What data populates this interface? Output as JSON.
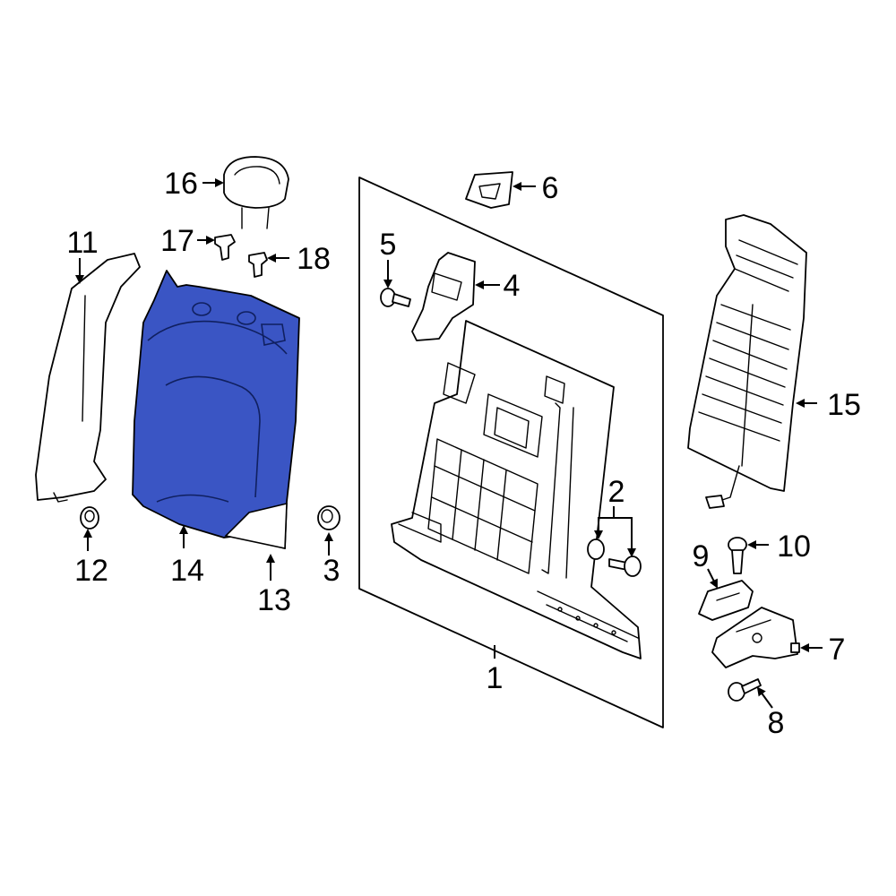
{
  "diagram": {
    "highlight_color": "#3a55c4",
    "callouts": [
      {
        "key": "c1",
        "label": "1"
      },
      {
        "key": "c2",
        "label": "2"
      },
      {
        "key": "c3",
        "label": "3"
      },
      {
        "key": "c4",
        "label": "4"
      },
      {
        "key": "c5",
        "label": "5"
      },
      {
        "key": "c6",
        "label": "6"
      },
      {
        "key": "c7",
        "label": "7"
      },
      {
        "key": "c8",
        "label": "8"
      },
      {
        "key": "c9",
        "label": "9"
      },
      {
        "key": "c10",
        "label": "10"
      },
      {
        "key": "c11",
        "label": "11"
      },
      {
        "key": "c12",
        "label": "12"
      },
      {
        "key": "c13",
        "label": "13"
      },
      {
        "key": "c14",
        "label": "14"
      },
      {
        "key": "c15",
        "label": "15"
      },
      {
        "key": "c16",
        "label": "16"
      },
      {
        "key": "c17",
        "label": "17"
      },
      {
        "key": "c18",
        "label": "18"
      }
    ]
  }
}
